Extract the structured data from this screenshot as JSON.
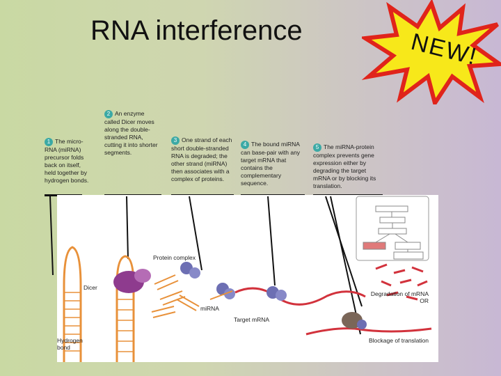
{
  "title": "RNA interference",
  "badge": "NEW!",
  "steps": [
    {
      "num": "1",
      "text": "The micro-RNA (miRNA) precursor folds back on itself, held together by hydrogen bonds."
    },
    {
      "num": "2",
      "text": "An enzyme called Dicer moves along the double-stranded RNA, cutting it into shorter segments."
    },
    {
      "num": "3",
      "text": "One strand of each short double-stranded RNA is degraded; the other strand (miRNA) then associates with a complex of proteins."
    },
    {
      "num": "4",
      "text": "The bound miRNA can base-pair with any target mRNA that contains the complementary sequence."
    },
    {
      "num": "5",
      "text": "The miRNA-protein complex prevents gene expression either by degrading the target mRNA or by blocking its translation."
    }
  ],
  "labels": {
    "protein_complex": "Protein complex",
    "dicer": "Dicer",
    "mirna": "miRNA",
    "target_mrna": "Target mRNA",
    "hydrogen_bond": "Hydrogen bond",
    "degradation": "Degradation of mRNA OR",
    "blockage": "Blockage of translation"
  },
  "colors": {
    "star_fill": "#f7e81a",
    "star_stroke": "#e0241b",
    "step_number": "#3ba9a5",
    "rna_strand": "#e8913a",
    "mrna_strand": "#d2323c",
    "dicer": "#8e3b8e"
  }
}
